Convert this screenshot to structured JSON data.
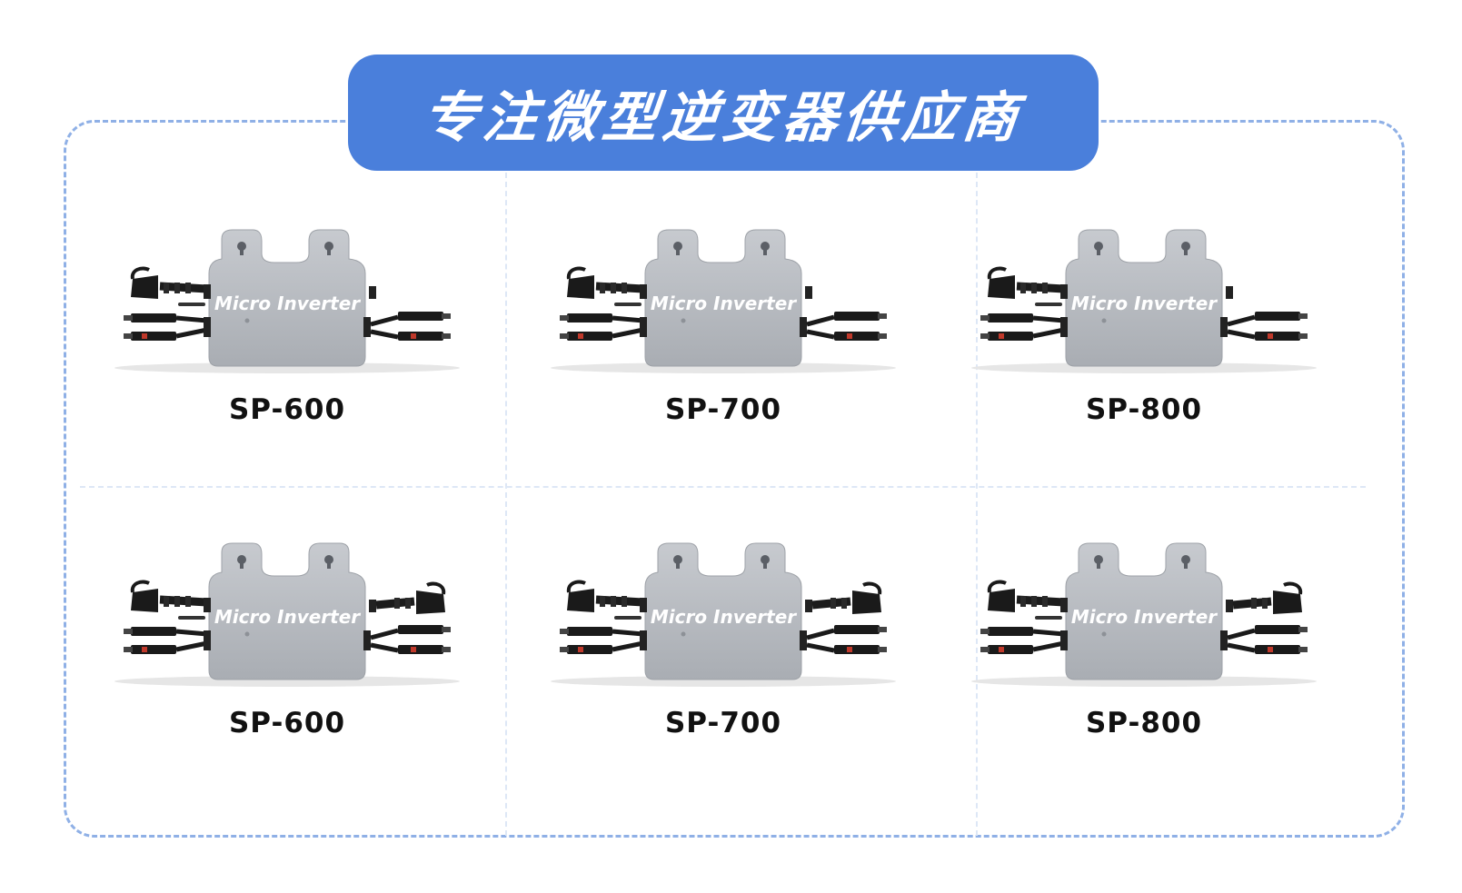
{
  "title": "专注微型逆变器供应商",
  "products": [
    {
      "label": "SP-600",
      "device_text": "Micro Inverter",
      "right_port": "pv"
    },
    {
      "label": "SP-700",
      "device_text": "Micro Inverter",
      "right_port": "pv"
    },
    {
      "label": "SP-800",
      "device_text": "Micro Inverter",
      "right_port": "pv"
    },
    {
      "label": "SP-600",
      "device_text": "Micro Inverter",
      "right_port": "ac"
    },
    {
      "label": "SP-700",
      "device_text": "Micro Inverter",
      "right_port": "ac"
    },
    {
      "label": "SP-800",
      "device_text": "Micro Inverter",
      "right_port": "ac"
    }
  ],
  "colors": {
    "accent": "#4a7fdb",
    "frame": "#8fb0e6",
    "device_body": "#b9bcc1"
  }
}
